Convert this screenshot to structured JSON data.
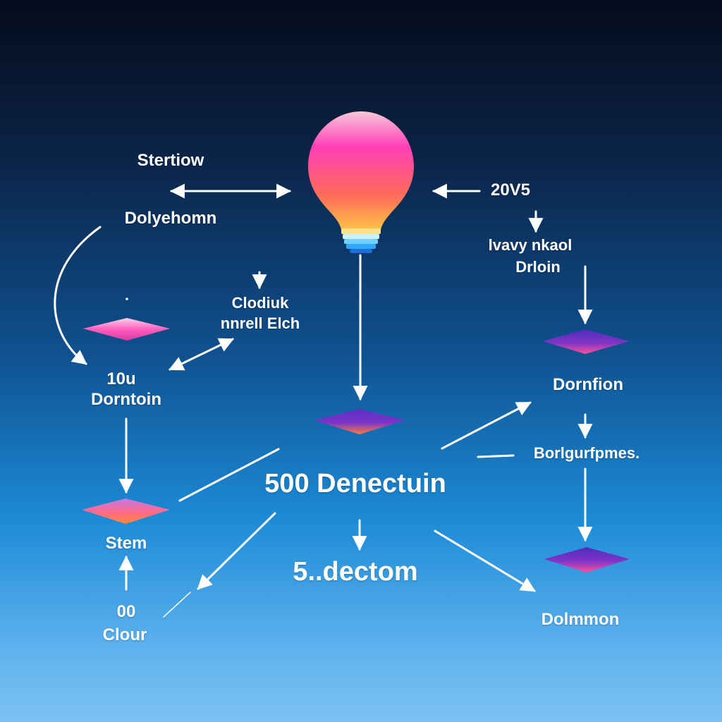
{
  "colors": {
    "background_top": "#050b1c",
    "background_bottom": "#7cc2f3",
    "arrow": "#ffffff",
    "bulb_top": "#f6c4d4",
    "bulb_mid": "#ff40b4",
    "bulb_bottom": "#ffb347",
    "diamond_pink": "#ff4fb4",
    "diamond_purple": "#5a2fc0",
    "diamond_orange": "#ff7a3d"
  },
  "icons": {
    "central_node": "light-bulb-icon",
    "nodes": "diamond-node-icon"
  },
  "labels": {
    "stertiow": "Stertiow",
    "dolyehomn": "Dolyehomn",
    "clodiuk_line1": "Clodiuk",
    "clodiuk_line2": "nnrell Elch",
    "year": "20V5",
    "lvavy_line1": "lvavy nkaol",
    "lvavy_line2": "Drloin",
    "dornfion": "Dornfion",
    "borlgurfpmes": "Borlgurfpmes.",
    "left_mid_line1": "10u",
    "left_mid_line2": "Dorntoin",
    "stem": "Stem",
    "clour_line1": "00",
    "clour_line2": "Clour",
    "center_main": "500 Denectuin",
    "center_sub": "5..dectom",
    "dolmmon": "Dolmmon"
  }
}
